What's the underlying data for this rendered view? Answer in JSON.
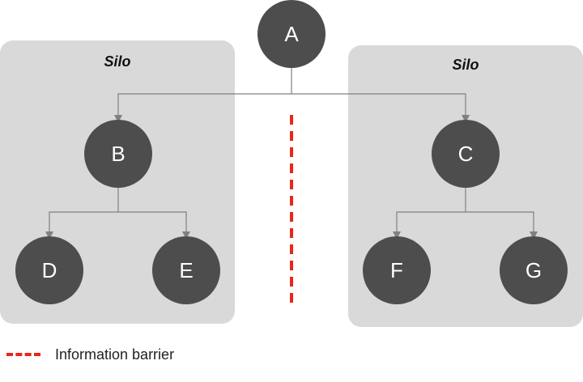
{
  "silos": [
    {
      "label": "Silo"
    },
    {
      "label": "Silo"
    }
  ],
  "nodes": {
    "a": "A",
    "b": "B",
    "c": "C",
    "d": "D",
    "e": "E",
    "f": "F",
    "g": "G"
  },
  "legend": {
    "barrier_label": "Information barrier"
  },
  "colors": {
    "silo_background": "#d9d9d9",
    "node_fill": "#4d4d4d",
    "node_text": "#ffffff",
    "connector": "#808080",
    "barrier": "#e8261d"
  }
}
